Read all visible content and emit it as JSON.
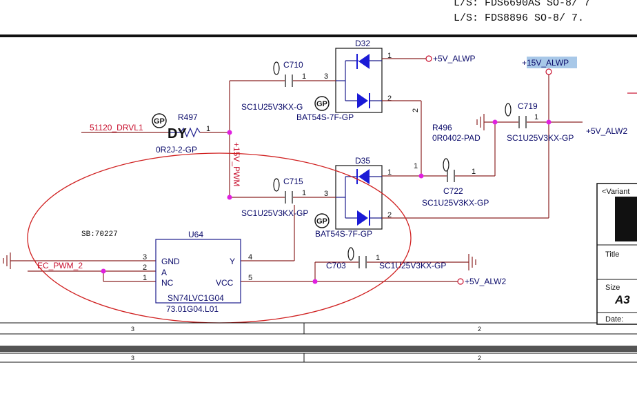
{
  "header": {
    "line1": "L/S:  FDS6690AS SO-8/ 7",
    "line2": "L/S:  FDS8896 SO-8/ 7."
  },
  "parts": {
    "d32": {
      "ref": "D32",
      "value": "BAT54S-7F-GP",
      "p1": "1",
      "p2": "2",
      "p3": "3"
    },
    "d35": {
      "ref": "D35",
      "value": "BAT54S-7F-GP",
      "p1": "1",
      "p2": "2",
      "p3": "3"
    },
    "c710": {
      "ref": "C710",
      "value": "SC1U25V3KX-G",
      "p1": "1"
    },
    "c715": {
      "ref": "C715",
      "value": "SC1U25V3KX-GP",
      "p1": "1"
    },
    "c719": {
      "ref": "C719",
      "value": "SC1U25V3KX-GP",
      "p1": "1"
    },
    "c722": {
      "ref": "C722",
      "value": "SC1U25V3KX-GP",
      "p1": "1"
    },
    "c703": {
      "ref": "C703",
      "value": "SC1U25V3KX-GP",
      "p1": "1"
    },
    "r497": {
      "ref": "R497",
      "value": "0R2J-2-GP",
      "p1": "1",
      "dy": "DY"
    },
    "r496": {
      "ref": "R496",
      "value": "0R0402-PAD",
      "p1": "1",
      "p2": "2"
    },
    "u64": {
      "ref": "U64",
      "value": "SN74LVC1G04",
      "pn": "73.01G04.L01",
      "gnd": "GND",
      "a": "A",
      "nc": "NC",
      "y": "Y",
      "vcc": "VCC",
      "p1": "1",
      "p2": "2",
      "p3": "3",
      "p4": "4",
      "p5": "5"
    },
    "gp": "GP"
  },
  "nets": {
    "p5v_alwp": "+5V_ALWP",
    "p15v_alwp": "+15V_ALWP",
    "p5v_alw2_a": "+5V_ALW2",
    "p5v_alw2_b": "+5V_ALW2",
    "drvl1": "51120_DRVL1",
    "ec_pwm": "EC_PWM_2",
    "p15v_pwm": "+15V_PWM"
  },
  "note": "SB:70227",
  "titleblock": {
    "variant": "<Variant",
    "title": "Title",
    "size_label": "Size",
    "size": "A3",
    "date": "Date:"
  },
  "frame": {
    "col3a": "3",
    "col2a": "2",
    "col3b": "3",
    "col2b": "2"
  },
  "colors": {
    "wire": "#8b2323",
    "net_label": "#c8102e",
    "diode": "#1a1ad6",
    "junction": "#e020e0",
    "annotation": "#d02020",
    "highlight": "#a8c8e8"
  }
}
